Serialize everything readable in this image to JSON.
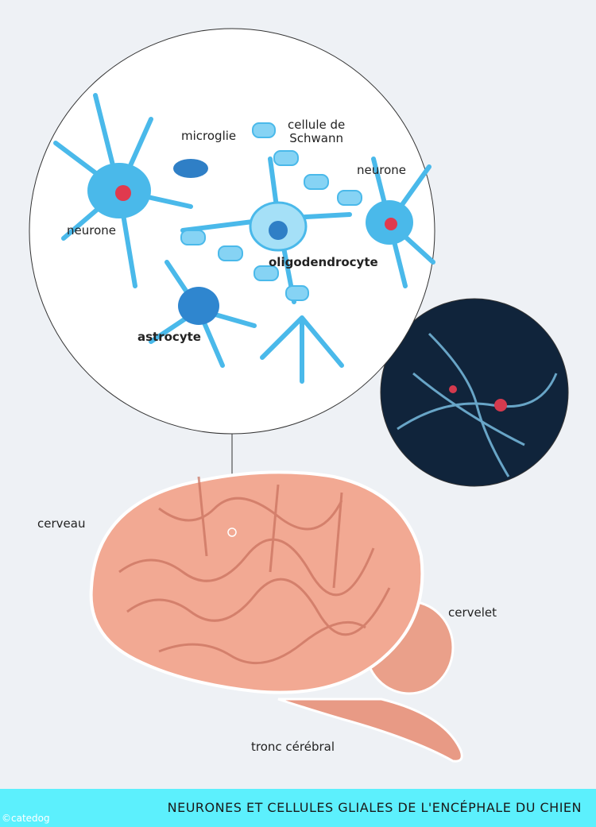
{
  "labels": {
    "microglie": "microglie",
    "schwann": "cellule de\nSchwann",
    "neurone_right": "neurone",
    "neurone_left": "neurone",
    "oligodendrocyte": "oligodendrocyte",
    "astrocyte": "astrocyte",
    "cerveau": "cerveau",
    "cervelet": "cervelet",
    "tronc": "tronc cérébral"
  },
  "banner": {
    "title": "NEURONES ET CELLULES GLIALES DE L'ENCÉPHALE DU CHIEN",
    "copyright": "©catedog"
  },
  "colors": {
    "background": "#eef1f5",
    "banner": "#5cf0fd",
    "cell": "#3fb4e8",
    "brain": "#f0a58e"
  }
}
